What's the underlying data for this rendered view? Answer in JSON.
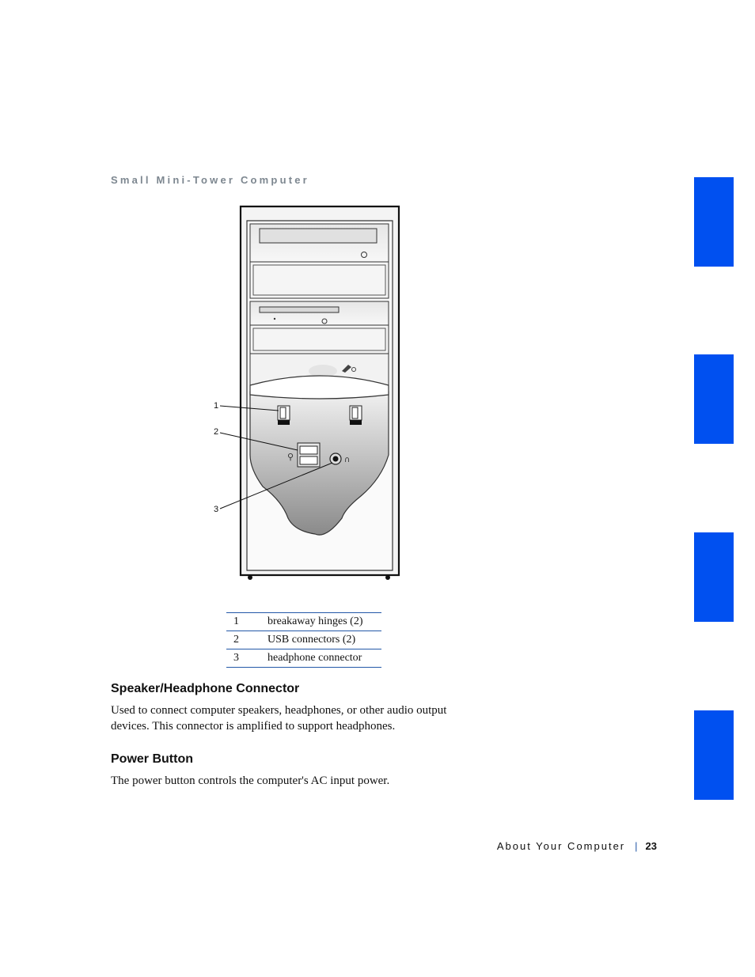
{
  "section_heading": "Small Mini-Tower Computer",
  "callouts": [
    "1",
    "2",
    "3"
  ],
  "legend": [
    {
      "num": "1",
      "label": "breakaway hinges (2)"
    },
    {
      "num": "2",
      "label": "USB connectors (2)"
    },
    {
      "num": "3",
      "label": "headphone connector"
    }
  ],
  "speaker_section": {
    "heading": "Speaker/Headphone Connector",
    "body_line1": "Used to connect computer speakers, headphones, or other audio output",
    "body_line2": "devices. This connector is amplified to support headphones."
  },
  "power_section": {
    "heading": "Power Button",
    "body": "The power button controls the computer's AC input power."
  },
  "footer": {
    "label": "About Your Computer",
    "separator": "|",
    "page_number": "23"
  },
  "colors": {
    "tab": "#0050f0",
    "rule": "#2358a8",
    "heading_gray": "#7d8790"
  }
}
